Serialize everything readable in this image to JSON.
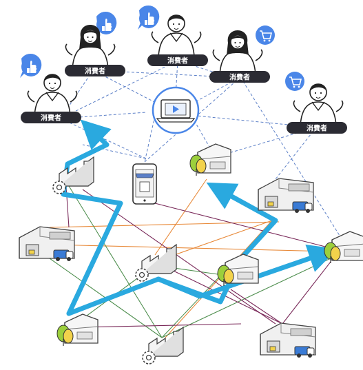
{
  "consumer_label": "消費者",
  "colors": {
    "consumer_link": "#5b7fc7",
    "flow": "#2aa9df",
    "badge": "#4a86e8",
    "label_bg": "#2b2b33",
    "building_green": "#9ccf3c",
    "building_yellow": "#f2d24b",
    "truck_blue": "#3a7bd5",
    "line_orange": "#e88a3a",
    "line_green": "#4f8f4f",
    "line_purple": "#7a2a5a"
  },
  "consumers": [
    {
      "label": "消費者",
      "badge": "like-icon"
    },
    {
      "label": "消費者",
      "badge": "like-icon"
    },
    {
      "label": "消費者",
      "badge": "like-icon"
    },
    {
      "label": "消費者",
      "badge": "cart-icon"
    },
    {
      "label": "消費者",
      "badge": "cart-icon"
    }
  ],
  "hub": {
    "icon": "video-laptop-icon"
  },
  "phone": {
    "icon": "phone-store-icon"
  },
  "nodes": [
    "factory",
    "factory",
    "factory",
    "warehouse",
    "warehouse",
    "warehouse",
    "store",
    "store",
    "store",
    "store"
  ]
}
